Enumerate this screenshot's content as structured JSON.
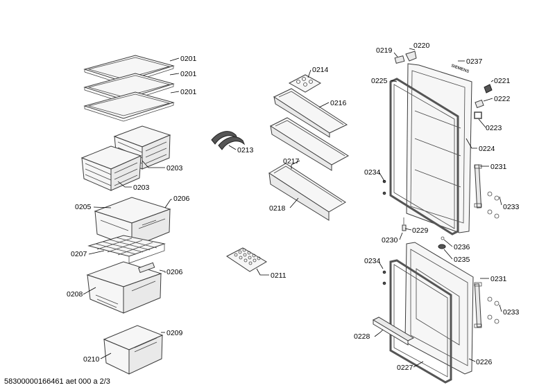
{
  "labels": {
    "shelf_a": "0201",
    "shelf_b": "0201",
    "shelf_c": "0201",
    "basket_a": "0203",
    "basket_b": "0203",
    "drawer_top": "0205",
    "drawer_top_cover": "0206",
    "grid_rack": "0207",
    "drawer_mid": "0208",
    "drawer_mid_cover": "0206",
    "drawer_bottom_front": "0209",
    "drawer_bottom": "0210",
    "egg_tray": "0211",
    "bottle_holder": "0213",
    "egg_holder": "0214",
    "door_shelf_a": "0216",
    "door_shelf_b": "0217",
    "door_shelf_c": "0218",
    "hinge_top_a": "0219",
    "hinge_top_b": "0220",
    "logo_plate": "0237",
    "gasket_top": "0225",
    "door_top": "0224",
    "cap_a": "0221",
    "cap_b": "0222",
    "cap_c": "0223",
    "handle_top": "0231",
    "screws_top": "0233",
    "pins_top": "0234",
    "hinge_pin": "0229",
    "hinge_bush": "0230",
    "mid_hinge": "0236",
    "mid_cap": "0235",
    "pins_bottom": "0234",
    "handle_bottom": "0231",
    "screws_bottom": "0233",
    "door_bottom_trim": "0228",
    "gasket_bottom": "0227",
    "door_bottom": "0226"
  },
  "brand_mark": "SIEMENS",
  "footer": "58300000166461 aet 000 a 2/3"
}
